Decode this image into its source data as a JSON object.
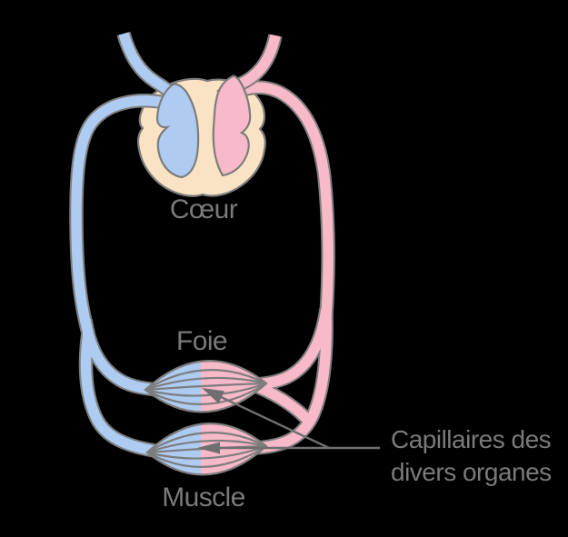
{
  "background_color": "#000000",
  "colors": {
    "background": "#000000",
    "blue": "#aecbf2",
    "pink": "#f8b9c8",
    "beige": "#fae3c5",
    "outline": "#7d7d7d",
    "pointer": "#6f6f6f",
    "text": "#7a7a7a"
  },
  "labels": {
    "heart": "Cœur",
    "liver": "Foie",
    "muscle": "Muscle"
  },
  "annotation": {
    "line1": "Capillaires des",
    "line2": "divers organes"
  },
  "legend_semantics": {
    "blue_vessels": "oxygen-poor blood circuit (left loop)",
    "pink_vessels": "oxygen-rich blood circuit (right loop)",
    "capillary_beds": [
      "Foie",
      "Muscle"
    ]
  }
}
